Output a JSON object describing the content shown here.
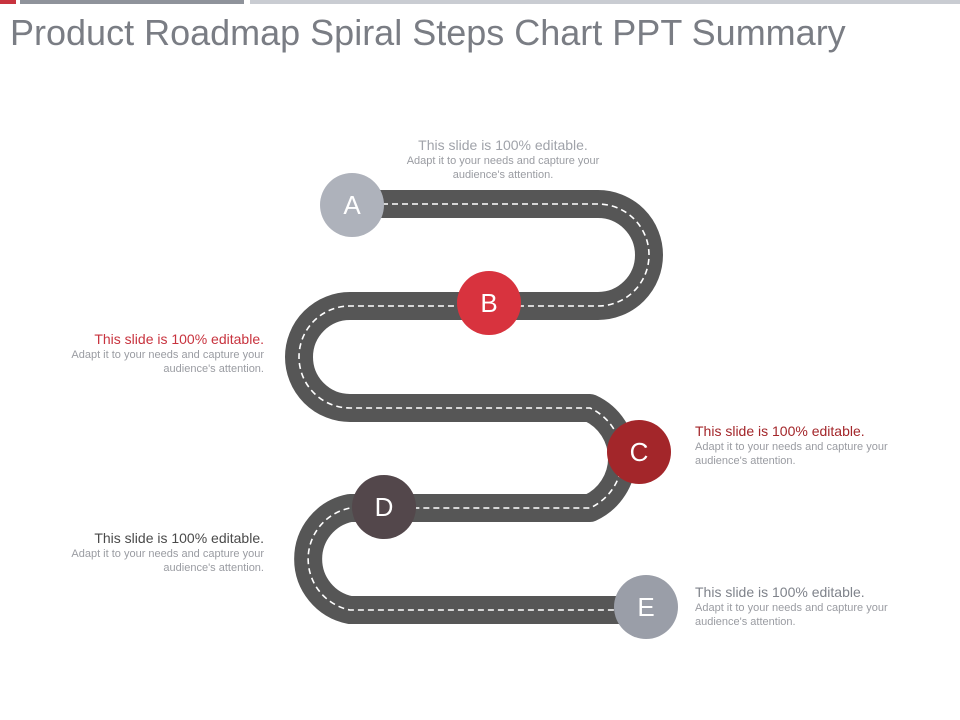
{
  "title": "Product Roadmap Spiral Steps Chart PPT Summary",
  "colors": {
    "road": "#565656",
    "lane": "#ffffff",
    "accent_red": "#d8333e",
    "accent_dark_red": "#a3262a",
    "gray_light": "#aeb2bb",
    "gray_mid": "#9a9ea8",
    "plum": "#53474b"
  },
  "steps": [
    {
      "letter": "A",
      "color": "#aeb2bb",
      "heading": "This slide is 100% editable.",
      "heading_color": "#a0a3aa",
      "body": "Adapt it to your needs and capture your audience's attention."
    },
    {
      "letter": "B",
      "color": "#d8333e",
      "heading": "This slide is 100% editable.",
      "heading_color": "#c8333e",
      "body": "Adapt it to your needs and capture your audience's attention."
    },
    {
      "letter": "C",
      "color": "#a3262a",
      "heading": "This slide is 100% editable.",
      "heading_color": "#a3262a",
      "body": "Adapt it to your needs and capture your audience's attention."
    },
    {
      "letter": "D",
      "color": "#53474b",
      "heading": "This slide is 100% editable.",
      "heading_color": "#4a4a4a",
      "body": "Adapt it to your needs and capture your audience's attention."
    },
    {
      "letter": "E",
      "color": "#9a9ea8",
      "heading": "This slide is 100% editable.",
      "heading_color": "#7f838b",
      "body": "Adapt it to your needs and capture your audience's attention."
    }
  ]
}
